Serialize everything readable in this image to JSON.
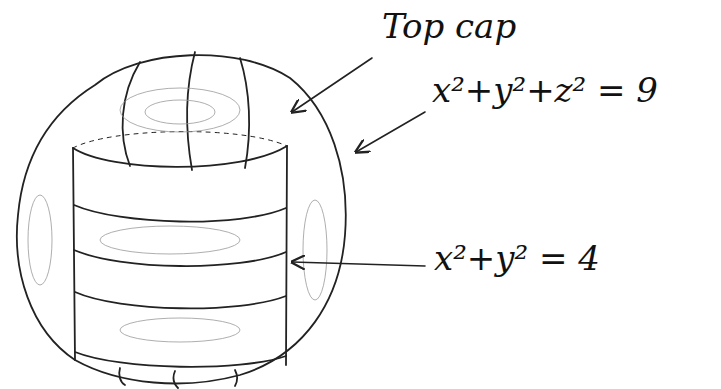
{
  "diagram": {
    "labels": [
      "Top cap",
      "x²+y²+z² = 9",
      "x²+y² = 4"
    ]
  }
}
